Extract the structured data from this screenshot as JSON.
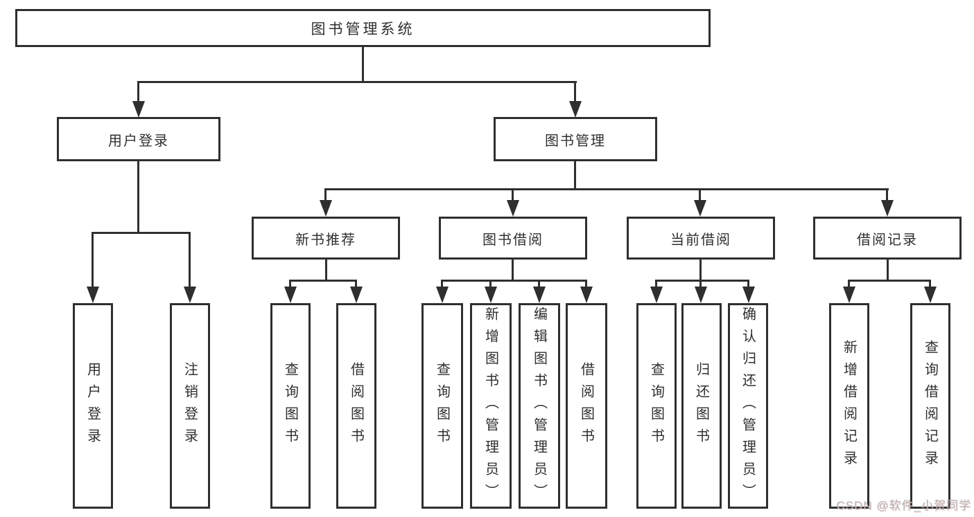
{
  "page": {
    "background": "#ffffff"
  },
  "colors": {
    "line": "#2f2f2f",
    "text": "#2f2f2f",
    "watermark": "#b5b5b5"
  },
  "diagram": {
    "root": {
      "label": "图书管理系统"
    },
    "level2": {
      "user_login": {
        "label": "用户登录"
      },
      "book_management": {
        "label": "图书管理"
      }
    },
    "level3": {
      "new_book_recommend": {
        "label": "新书推荐"
      },
      "book_borrow": {
        "label": "图书借阅"
      },
      "current_borrow": {
        "label": "当前借阅"
      },
      "borrow_records": {
        "label": "借阅记录"
      }
    },
    "leaves": {
      "user_login": [
        "用户登录",
        "注销登录"
      ],
      "new_book_recommend": [
        "查询图书",
        "借阅图书"
      ],
      "book_borrow": [
        "查询图书",
        "新增图书（管理员）",
        "编辑图书（管理员）",
        "借阅图书"
      ],
      "current_borrow": [
        "查询图书",
        "归还图书",
        "确认归还（管理员）"
      ],
      "borrow_records": [
        "新增借阅记录",
        "查询借阅记录"
      ]
    }
  },
  "watermark": {
    "text": "CSDN @软件_小贺同学"
  }
}
